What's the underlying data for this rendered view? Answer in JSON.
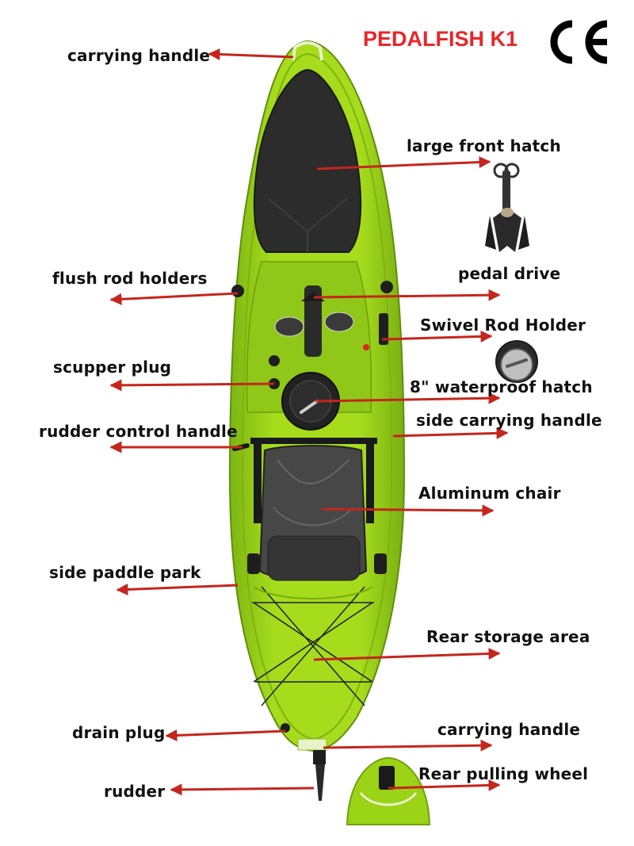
{
  "brand": {
    "title": "PEDALFISH K1",
    "mark": "CE",
    "title_color": "#e8262b"
  },
  "colors": {
    "hull": "#9bd316",
    "hull_dark": "#6fa20d",
    "hatch": "#2b2b2b",
    "arrow": "#c4261d"
  },
  "labels": {
    "carrying_handle_front": "carrying handle",
    "large_front_hatch": "large front hatch",
    "flush_rod_holders": "flush rod holders",
    "pedal_drive": "pedal drive",
    "swivel_rod_holder": "Swivel Rod Holder",
    "scupper_plug": "scupper plug",
    "waterproof_hatch": "8\" waterproof hatch",
    "rudder_control_handle": "rudder control handle",
    "side_carrying_handle": "side carrying handle",
    "aluminum_chair": "Aluminum chair",
    "side_paddle_park": "side paddle park",
    "rear_storage_area": "Rear storage area",
    "drain_plug": "drain plug",
    "carrying_handle_rear": "carrying handle",
    "rudder": "rudder",
    "rear_pulling_wheel": "Rear pulling wheel"
  }
}
